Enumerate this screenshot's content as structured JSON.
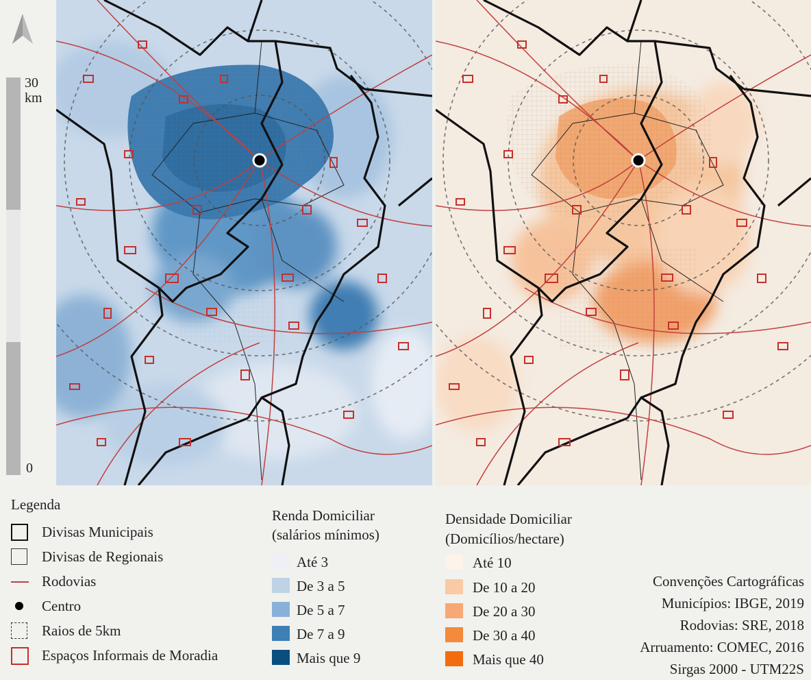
{
  "scale": {
    "top_label": "30\nkm",
    "top_line1": "30",
    "top_line2": "km",
    "bottom_label": "0"
  },
  "colors": {
    "income": [
      "#eef0f6",
      "#bfd2e6",
      "#89b0d8",
      "#3e7fb4",
      "#0a4e80"
    ],
    "density": [
      "#fdf3e8",
      "#f9caa4",
      "#f7a874",
      "#f48a3c",
      "#f36d10"
    ],
    "roads": "#c0403d",
    "informal": "#c72f2a",
    "boundary": "#111111"
  },
  "legend": {
    "title": "Legenda",
    "items": [
      {
        "label": "Divisas Municipais",
        "symbol": "square-thick"
      },
      {
        "label": "Divisas de Regionais",
        "symbol": "square-thin"
      },
      {
        "label": "Rodovias",
        "symbol": "red-line"
      },
      {
        "label": "Centro",
        "symbol": "black-dot"
      },
      {
        "label": "Raios de 5km",
        "symbol": "dashed-square"
      },
      {
        "label": "Espaços Informais de Moradia",
        "symbol": "red-square"
      }
    ]
  },
  "income": {
    "title_line1": "Renda Domiciliar",
    "title_line2": "(salários mínimos)",
    "classes": [
      "Até 3",
      "De 3 a 5",
      "De 5 a 7",
      "De 7 a 9",
      "Mais que 9"
    ]
  },
  "density": {
    "title_line1": "Densidade Domiciliar",
    "title_line2": "(Domicílios/hectare)",
    "classes": [
      "Até 10",
      "De 10 a 20",
      "De 20 a 30",
      "De 30 a 40",
      "Mais que 40"
    ]
  },
  "conventions": {
    "title": "Convenções Cartográficas",
    "lines": [
      "Municípios: IBGE, 2019",
      "Rodovias: SRE, 2018",
      "Arruamento: COMEC, 2016",
      "Sirgas 2000 - UTM22S"
    ]
  }
}
